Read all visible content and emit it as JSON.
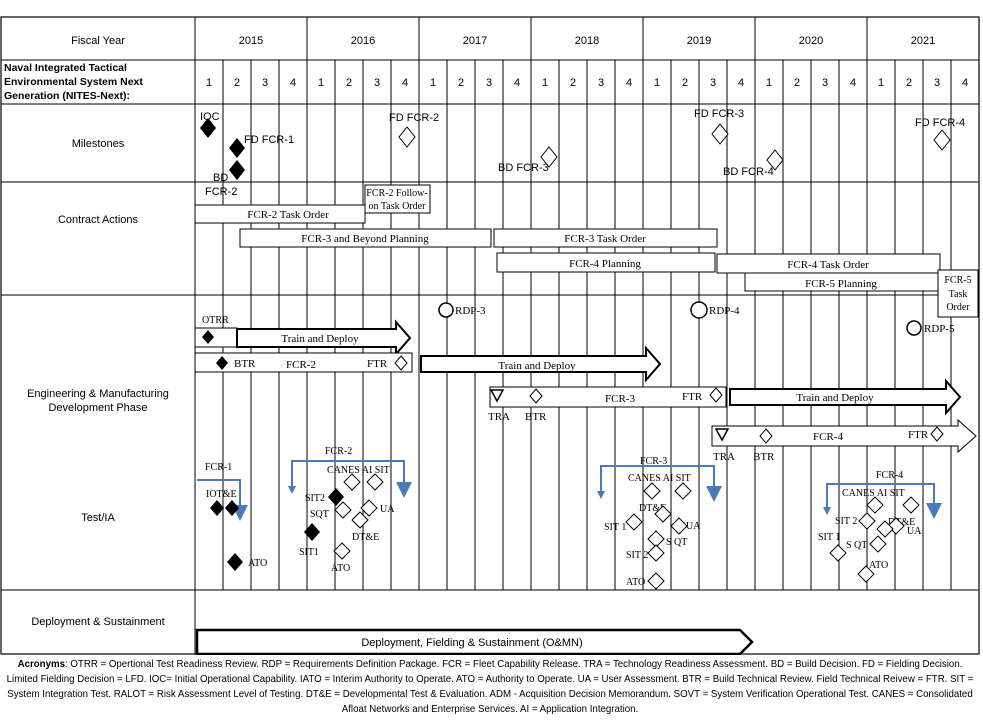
{
  "header": {
    "fiscal_year_label": "Fiscal Year",
    "years": [
      "2015",
      "2016",
      "2017",
      "2018",
      "2019",
      "2020",
      "2021"
    ],
    "program_label": [
      "Naval Integrated Tactical",
      "Environmental System Next",
      "Generation (NITES-Next):"
    ],
    "quarters": [
      "1",
      "2",
      "3",
      "4"
    ]
  },
  "rows": {
    "milestones": "Milestones",
    "contract_actions": "Contract Actions",
    "emd": [
      "Engineering & Manufacturing",
      "Development Phase"
    ],
    "test": "Test/IA",
    "deploy": "Deployment & Sustainment"
  },
  "milestones": [
    {
      "label": "IOC",
      "filled": true
    },
    {
      "label": "FD FCR-1",
      "filled": true
    },
    {
      "label": "BD",
      "filled": true
    },
    {
      "label": "FD FCR-2",
      "filled": false
    },
    {
      "label": "BD FCR-3",
      "filled": false
    },
    {
      "label": "FD FCR-3",
      "filled": false
    },
    {
      "label": "BD FCR-4",
      "filled": false
    },
    {
      "label": "FD FCR-4",
      "filled": false
    }
  ],
  "contract_actions": {
    "fcr2_label": "FCR-2",
    "fcr2_task_order": "FCR-2 Task Order",
    "fcr2_followon": [
      "FCR-2 Follow-",
      "on Task Order"
    ],
    "fcr3_beyond": "FCR-3 and Beyond Planning",
    "fcr3_task_order": "FCR-3 Task Order",
    "fcr4_planning": "FCR-4 Planning",
    "fcr4_task_order": "FCR-4 Task Order",
    "fcr5_planning": "FCR-5 Planning",
    "fcr5_task_order": [
      "FCR-5",
      "Task",
      "Order"
    ]
  },
  "emd": {
    "otrr": "OTRR",
    "train_deploy": "Train and Deploy",
    "btr": "BTR",
    "ftr": "FTR",
    "tra": "TRA",
    "fcr2": "FCR-2",
    "fcr3": "FCR-3",
    "fcr4": "FCR-4",
    "rdp3": "RDP-3",
    "rdp4": "RDP-4",
    "rdp5": "RDP-5"
  },
  "test": {
    "fcr1": "FCR-1",
    "fcr2": "FCR-2",
    "fcr3": "FCR-3",
    "fcr4": "FCR-4",
    "iote": "IOT&E",
    "ato": "ATO",
    "canes_ai_sit": "CANES AI SIT",
    "sit2": "SIT2",
    "sit2b": "SIT 2",
    "sqt": "SQT",
    "sqtb": "S QT",
    "sit1": "SIT1",
    "sit1b": "SIT 1",
    "ua": "UA",
    "dte": "DT&E"
  },
  "deployment": {
    "bar_label": "Deployment,  Fielding & Sustainment (O&MN)"
  },
  "acronyms": {
    "title": "Acronyms",
    "text": ": OTRR = Opertional Test Readiness Review.  RDP = Requirements Definition Package.  FCR = Fleet Capability Release. TRA = Technology Readiness Assessment. BD = Build Decision. FD = Fielding Decision. Limited Fielding Decision = LFD. IOC= Initial Operational Capability. IATO = Interim Authority to Operate. ATO = Authority to Operate.  UA = User Assessment. BTR = Build Technical Review. Field Technical Reivew = FTR. SIT = System Integration Test. RALOT = Risk Assessment Level of Testing. DT&E = Developmental Test & Evaluation. ADM - Acquisition Decision Memorandum. SOVT = System Verification Operational Test. CANES = Consolidated Afloat Networks and Enterprise Services. AI = Application Integration."
  },
  "colors": {
    "grid": "#000000",
    "test_arrow": "#4a7ab8"
  }
}
